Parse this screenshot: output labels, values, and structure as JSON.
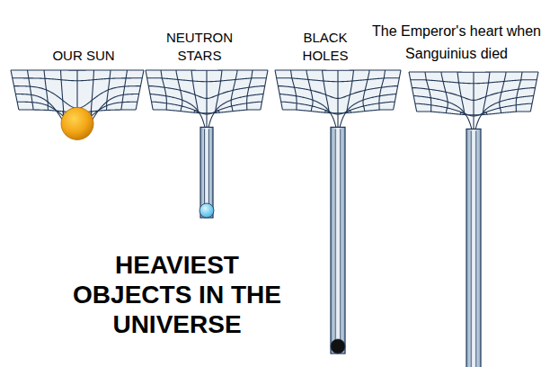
{
  "diagram": {
    "title": "HEAVIEST OBJECTS IN THE UNIVERSE",
    "labels": [
      "OUR SUN",
      "NEUTRON STARS",
      "BLACK HOLES",
      "The Emperor's heart when Sanguinius died"
    ]
  }
}
